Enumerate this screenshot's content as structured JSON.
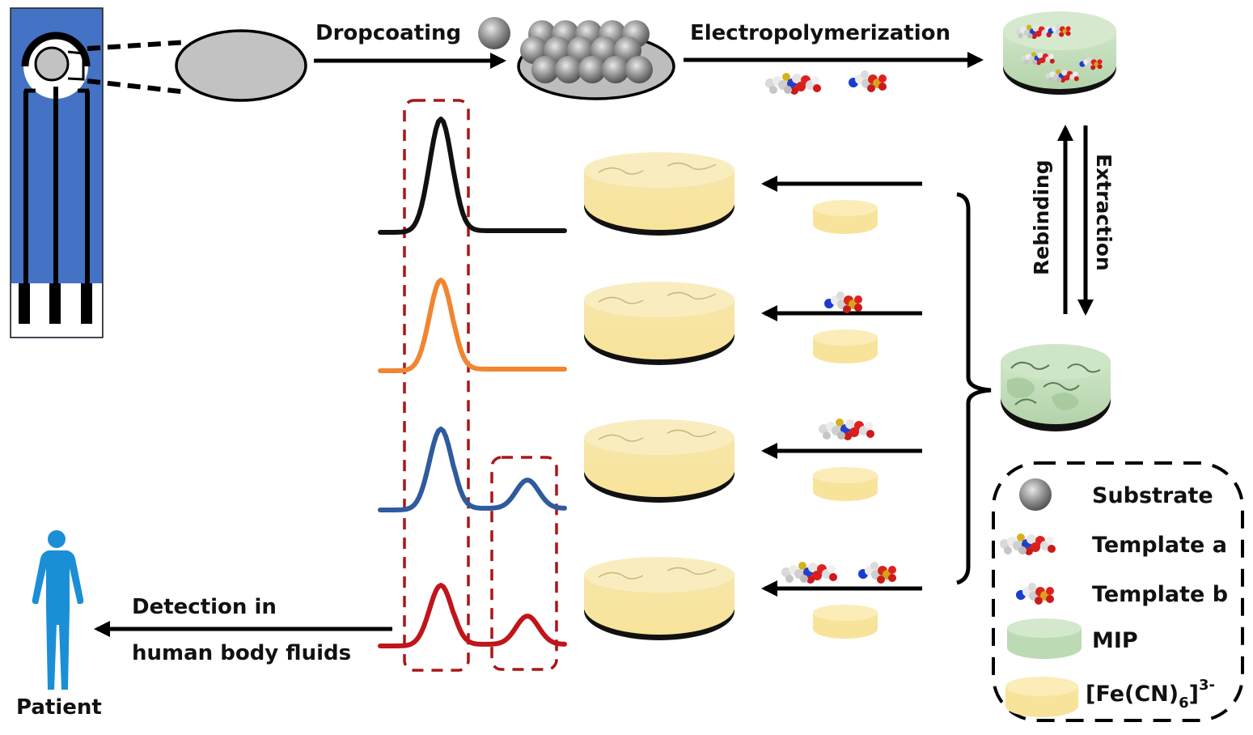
{
  "steps": {
    "dropcoating": "Dropcoating",
    "electropolymerization": "Electropolymerization",
    "rebinding": "Rebinding",
    "extraction": "Extraction",
    "detection_line1": "Detection in",
    "detection_line2": "human body fluids",
    "patient": "Patient"
  },
  "legend": {
    "items": [
      {
        "icon": "substrate-sphere-icon",
        "label": "Substrate"
      },
      {
        "icon": "template-a-molecule-icon",
        "label": "Template a"
      },
      {
        "icon": "template-b-molecule-icon",
        "label": "Template b"
      },
      {
        "icon": "mip-disc-icon",
        "label": "MIP"
      },
      {
        "icon": "ferricyanide-disc-icon",
        "label_main": "[Fe(CN)",
        "label_sub": "6",
        "label_close": "]",
        "label_sup": "3-"
      }
    ]
  },
  "rows": [
    {
      "binding": "none",
      "signal_color": "#111111",
      "peaks": [
        "a"
      ]
    },
    {
      "binding": "template-b",
      "signal_color": "#f08632",
      "peaks": [
        "a"
      ]
    },
    {
      "binding": "template-a",
      "signal_color": "#2f5a9e",
      "peaks": [
        "a",
        "b"
      ]
    },
    {
      "binding": "template-a+template-b",
      "signal_color": "#c0151b",
      "peaks": [
        "a",
        "b"
      ]
    }
  ],
  "colors": {
    "electrode_blue": "#4472c4",
    "mip_green": "#b9d8b0",
    "ferri_yellow": "#f8e4a0",
    "patient_blue": "#1b8fd6",
    "dashed_red": "#a81717"
  }
}
